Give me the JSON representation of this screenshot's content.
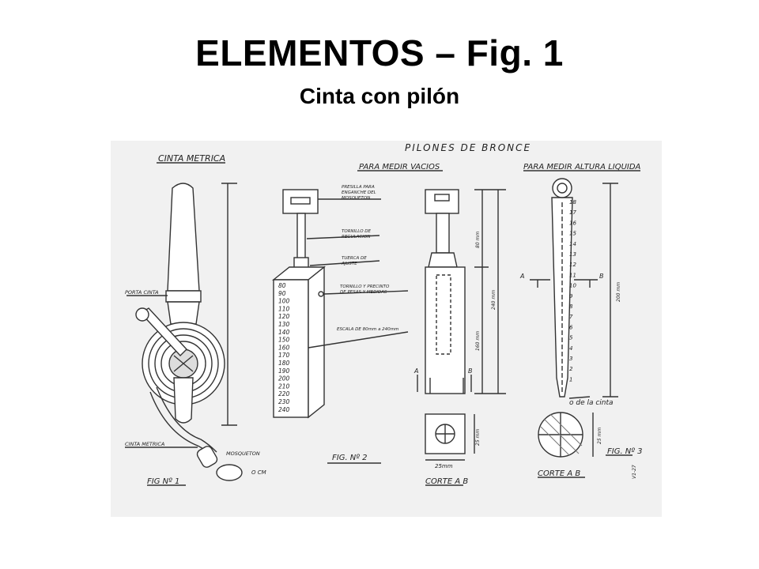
{
  "slide": {
    "title": "ELEMENTOS – Fig. 1",
    "subtitle": "Cinta con pilón"
  },
  "drawing": {
    "header": "PILONES DE BRONCE",
    "sections": {
      "cinta": "CINTA METRICA",
      "vacios": "PARA MEDIR VACIOS",
      "altura": "PARA MEDIR ALTURA LIQUIDA"
    },
    "labels": {
      "porta_cinta": "PORTA CINTA",
      "cinta_metrica": "CINTA METRICA",
      "mosqueton": "MOSQUETON",
      "ocm": "O CM",
      "presilla": "PRESILLA PARA ENGANCHE DEL MOSQUETON",
      "tornillo_regulacion": "TORNILLO DE REGULACION",
      "tuerca_ajuste": "TUERCA DE AJUSTE",
      "tornillo_precinto": "TORNILLO Y PRECINTO DE PESAS Y MEDIDAS",
      "escala": "ESCALA DE 80mm a 240mm",
      "cero_cinta": "o de la cinta",
      "a": "A",
      "b": "B",
      "corte1": "CORTE A B",
      "corte2": "CORTE A B",
      "dim_25a": "25mm",
      "dim_25b": "25 mm",
      "dim_25c": "25 mm",
      "dim_80": "80 mm",
      "dim_240": "240 mm",
      "dim_160": "160 mm",
      "dim_200": "200 mm",
      "ref": "V1-27"
    },
    "figs": {
      "fig1": "FIG Nº 1",
      "fig2": "FIG. Nº 2",
      "fig3": "FIG. Nº 3"
    },
    "scale_left": [
      "80",
      "90",
      "100",
      "110",
      "120",
      "130",
      "140",
      "150",
      "160",
      "170",
      "180",
      "190",
      "200",
      "210",
      "220",
      "230",
      "240"
    ],
    "scale_right": [
      "18",
      "17",
      "16",
      "15",
      "14",
      "13",
      "12",
      "11",
      "10",
      "9",
      "8",
      "7",
      "6",
      "5",
      "4",
      "3",
      "2",
      "1"
    ]
  }
}
